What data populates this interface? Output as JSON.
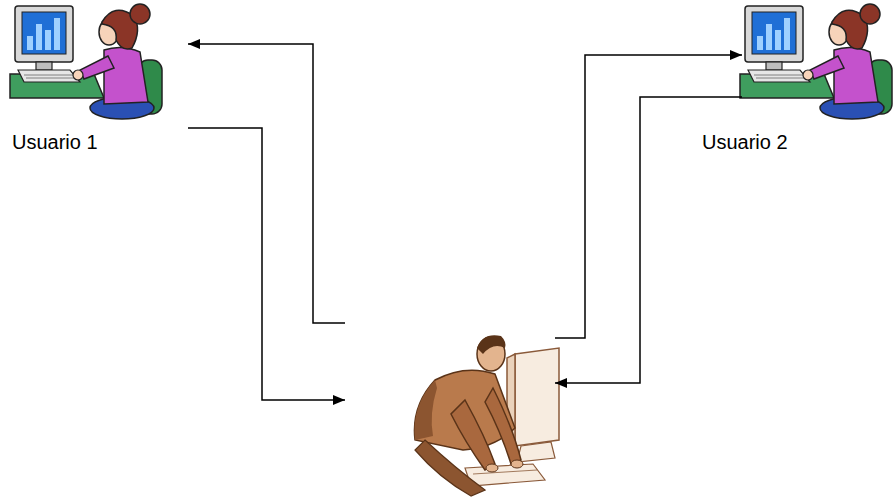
{
  "diagram": {
    "nodes": [
      {
        "text": [
          "Usuario 1"
        ]
      },
      {
        "text": [
          "Usuario 2"
        ]
      },
      {
        "text": []
      }
    ],
    "edges": [
      {
        "from": 0,
        "to": 2,
        "arrow": "to"
      },
      {
        "from": 2,
        "to": 0,
        "arrow": "to"
      },
      {
        "from": 2,
        "to": 1,
        "arrow": "to"
      },
      {
        "from": 1,
        "to": 2,
        "arrow": "to"
      }
    ]
  }
}
